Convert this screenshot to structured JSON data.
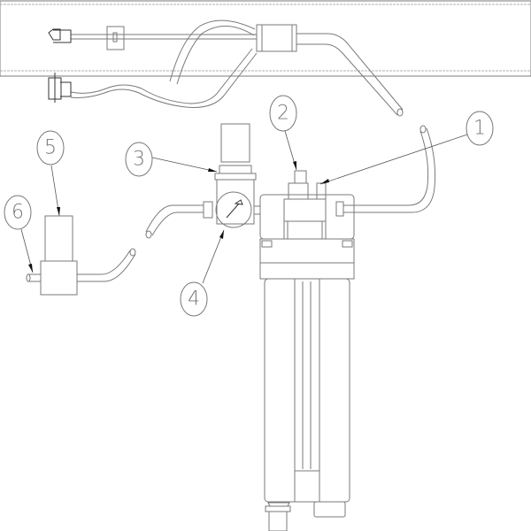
{
  "diagram": {
    "type": "assembly-drawing",
    "line_color": "#7a7a7a",
    "callouts": [
      {
        "label": "1",
        "part": "filter-head-fitting"
      },
      {
        "label": "2",
        "part": "filter-head-valve"
      },
      {
        "label": "3",
        "part": "pressure-regulator-nut"
      },
      {
        "label": "4",
        "part": "pressure-gauge"
      },
      {
        "label": "5",
        "part": "inline-component"
      },
      {
        "label": "6",
        "part": "tube-inlet"
      }
    ]
  }
}
